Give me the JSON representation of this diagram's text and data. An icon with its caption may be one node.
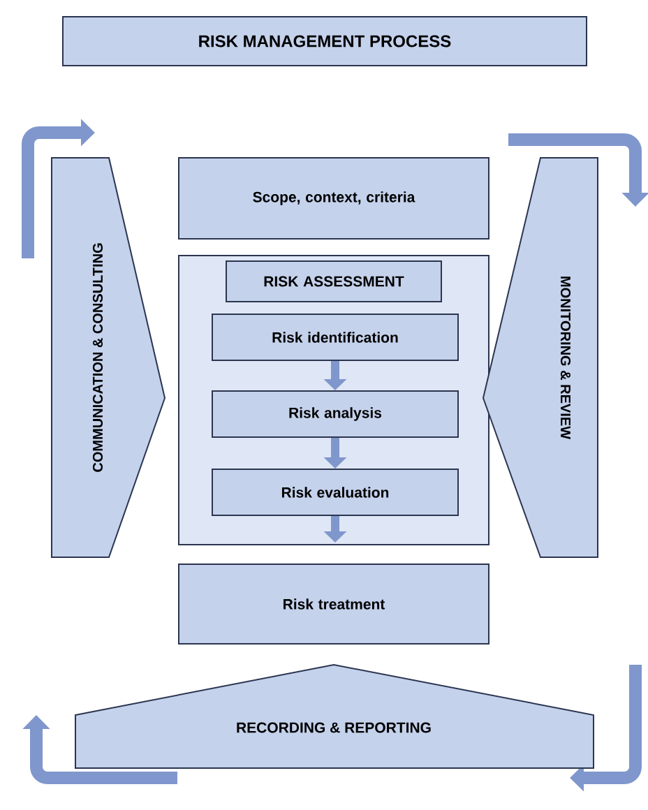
{
  "diagram": {
    "nodes": [
      {
        "text": [
          "RISK MANAGEMENT PROCESS"
        ]
      },
      {
        "text": [
          "COMMUNICATION & CONSULTING"
        ]
      },
      {
        "text": [
          "Scope, context, criteria"
        ]
      },
      {
        "text": [],
        "shape": "box"
      },
      {
        "text": [
          "RISK ASSESSMENT"
        ],
        "in": 3
      },
      {
        "text": [
          "Risk identification"
        ],
        "in": 3
      },
      {
        "text": [
          "Risk analysis"
        ],
        "in": 3
      },
      {
        "text": [
          "Risk evaluation"
        ],
        "in": 3
      },
      {
        "text": [
          "MONITORING & REVIEW"
        ]
      },
      {
        "text": [
          "Risk treatment"
        ]
      },
      {
        "text": [
          "RECORDING & REPORTING"
        ]
      }
    ],
    "edges": [
      {
        "from": 5,
        "to": 6,
        "arrow": "to"
      },
      {
        "from": 6,
        "to": 7,
        "arrow": "to"
      },
      {
        "from": 7,
        "to": null,
        "arrow": "to"
      }
    ]
  }
}
